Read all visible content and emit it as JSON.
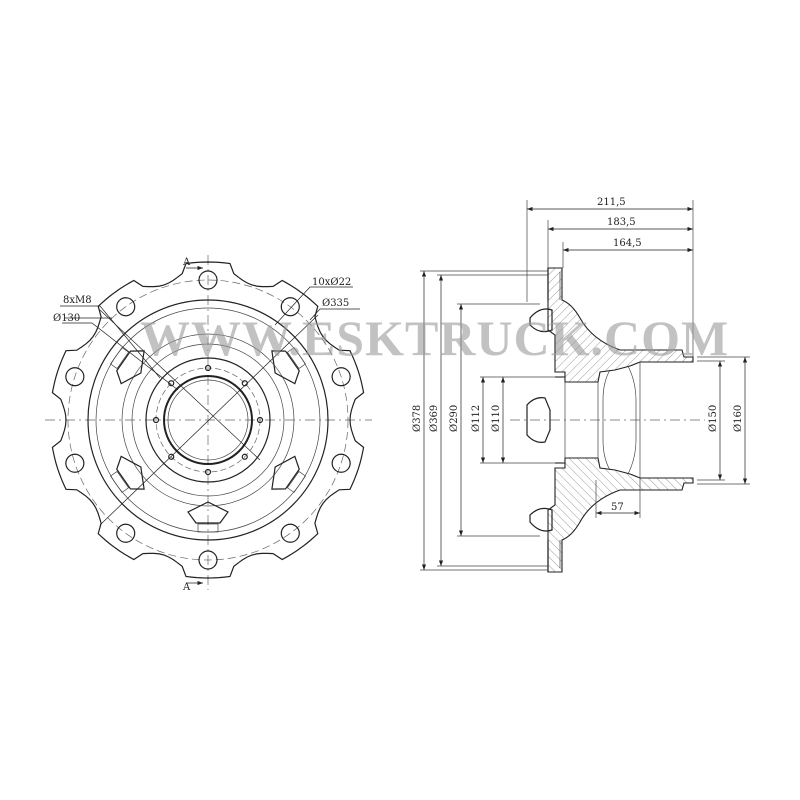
{
  "watermark": "WWW.ESKTRUCK.COM",
  "front_view": {
    "section_mark_top": "A",
    "section_mark_bottom": "A",
    "labels": {
      "holes": "10xØ22",
      "pcd": "Ø335",
      "threads": "8xM8",
      "bore": "Ø130"
    }
  },
  "section_view": {
    "horizontal_dims": {
      "overall": "211,5",
      "mid": "183,5",
      "short": "164,5",
      "groove": "57"
    },
    "vertical_dims": {
      "d378": "Ø378",
      "d369": "Ø369",
      "d290": "Ø290",
      "d112": "Ø112",
      "d110": "Ø110",
      "d150": "Ø150",
      "d160": "Ø160"
    }
  }
}
